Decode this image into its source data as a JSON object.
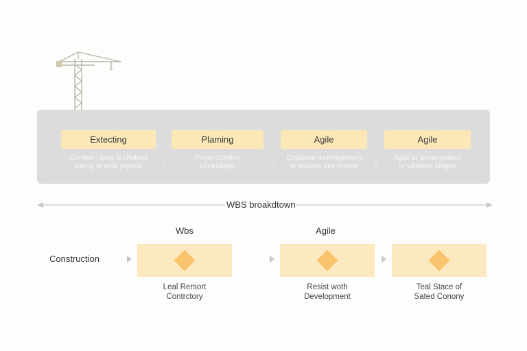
{
  "colors": {
    "panel": "#dcdcdd",
    "phase_box": "#fbe8b6",
    "task_box": "#fde9c0",
    "diamond": "#f9c46b",
    "line": "#c8c8c8"
  },
  "icon": "crane-icon",
  "phases": [
    {
      "label": "Extecting",
      "desc": [
        "Content i lonp is cholstel",
        "weing or ards prpees"
      ]
    },
    {
      "label": "Plaming",
      "desc": [
        "Projet cotetion",
        "controlliger"
      ]
    },
    {
      "label": "Agile",
      "desc": [
        "Croafese dewralgement",
        "or eltages pes orowar"
      ]
    },
    {
      "label": "Agile",
      "desc": [
        "Agile ar development",
        "or stheerie ploges"
      ]
    }
  ],
  "timeline": {
    "label": "WBS broakdtown"
  },
  "row_label": "Construction",
  "columns": [
    {
      "heading": "Wbs",
      "caption": [
        "Leal Rersort",
        "Contrctory"
      ]
    },
    {
      "heading": "Agile",
      "caption": [
        "Resist woth",
        "Development"
      ]
    },
    {
      "heading": "",
      "caption": [
        "Teal Stace of",
        "Sated Conony"
      ]
    }
  ]
}
